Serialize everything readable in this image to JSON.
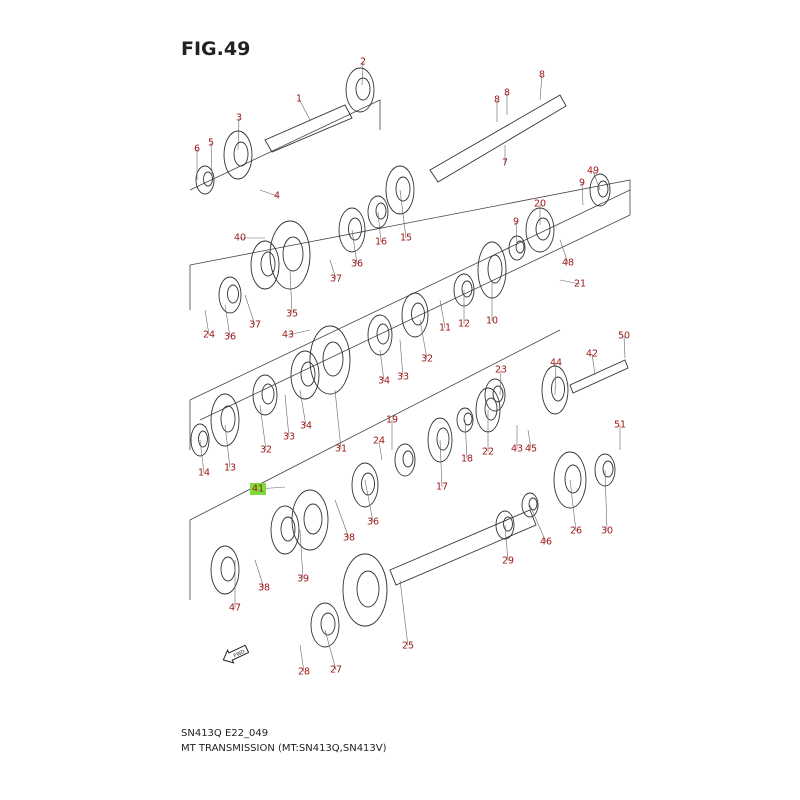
{
  "title": "FIG.49",
  "footer": {
    "code": "SN413Q E22_049",
    "caption": "MT TRANSMISSION (MT:SN413Q,SN413V)"
  },
  "highlighted_label": "41",
  "highlight_color": "#7ddc3c",
  "label_color": "#a01818",
  "fwd_icon": "fwd-arrow-icon",
  "fwd_text": "FWD",
  "callouts": [
    "1",
    "2",
    "3",
    "4",
    "5",
    "6",
    "7",
    "8",
    "8",
    "8",
    "49",
    "9",
    "20",
    "9",
    "21",
    "48",
    "10",
    "12",
    "11",
    "32",
    "33",
    "34",
    "15",
    "16",
    "36",
    "37",
    "40",
    "35",
    "37",
    "36",
    "24",
    "43",
    "31",
    "34",
    "33",
    "32",
    "13",
    "14",
    "50",
    "42",
    "44",
    "23",
    "22",
    "18",
    "17",
    "19",
    "24",
    "43",
    "45",
    "51",
    "41",
    "36",
    "38",
    "39",
    "38",
    "47",
    "26",
    "30",
    "46",
    "29",
    "25",
    "27",
    "28"
  ]
}
